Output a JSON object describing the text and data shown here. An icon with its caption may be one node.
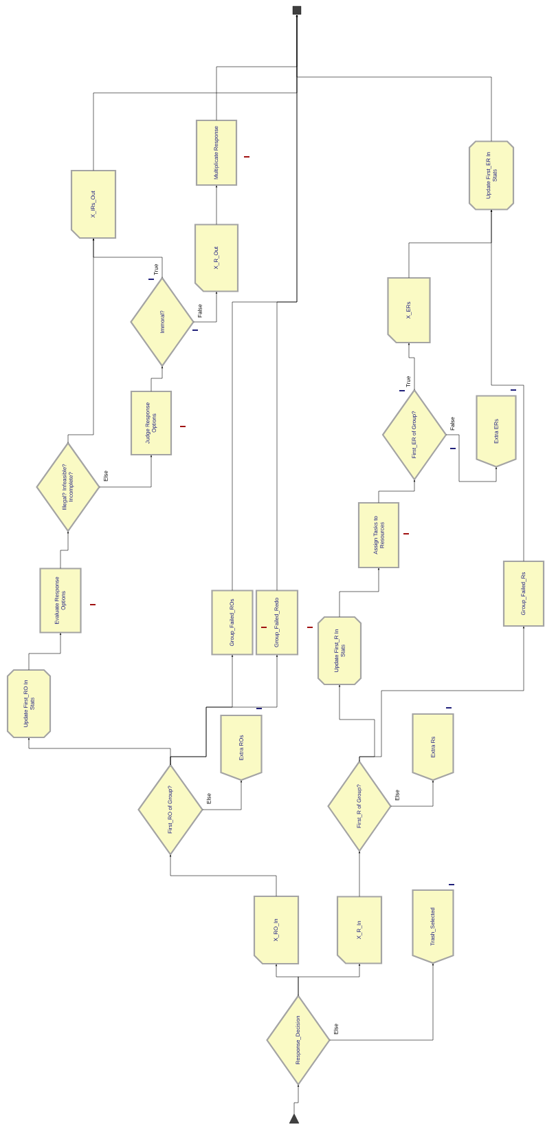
{
  "diagram": {
    "nodes": [
      {
        "text": [],
        "shape": "box"
      },
      {
        "text": [
          "Multiplicate Response"
        ]
      },
      {
        "text": [
          "X_IRs_Out"
        ]
      },
      {
        "text": [
          "X_R_Out"
        ]
      },
      {
        "text": [
          "Update First_ER In Stats"
        ]
      },
      {
        "text": [
          "X_ERs"
        ]
      },
      {
        "text": [
          "Immoral?"
        ]
      },
      {
        "text": [
          "Judge Response Options"
        ]
      },
      {
        "text": [
          "Illegal? Infeasible? Incomplete?"
        ]
      },
      {
        "text": [
          "First_ER of Group?"
        ]
      },
      {
        "text": [
          "Extra ERs"
        ]
      },
      {
        "text": [
          "Assign Tasks to Resources"
        ]
      },
      {
        "text": [
          "Evaluate Response Options"
        ]
      },
      {
        "text": [
          "Group_Failed_ROs"
        ]
      },
      {
        "text": [
          "Group_Failed_Redo"
        ]
      },
      {
        "text": [
          "Update First_R In Stats"
        ]
      },
      {
        "text": [
          "Group_Failed_Rs"
        ]
      },
      {
        "text": [
          "Update First_RO In Stats"
        ]
      },
      {
        "text": [
          "Extra ROs"
        ]
      },
      {
        "text": [
          "First_RO of Group?"
        ]
      },
      {
        "text": [
          "Extra Rs"
        ]
      },
      {
        "text": [
          "First_R of Group?"
        ]
      },
      {
        "text": [
          "X_RO_In"
        ]
      },
      {
        "text": [
          "X_R_In"
        ]
      },
      {
        "text": [
          "Trash_Selected"
        ]
      },
      {
        "text": [
          "Response_Decision"
        ]
      },
      {
        "text": [],
        "shape": "triangle"
      }
    ],
    "edges": [
      {
        "from": 26,
        "to": 25,
        "arrow": "to"
      },
      {
        "from": 25,
        "to": 22,
        "arrow": "to"
      },
      {
        "from": 25,
        "to": 23,
        "arrow": "to"
      },
      {
        "from": 25,
        "to": 24,
        "arrow": "to",
        "label": "Else"
      },
      {
        "from": 22,
        "to": 19,
        "arrow": "to"
      },
      {
        "from": 23,
        "to": 21,
        "arrow": "to"
      },
      {
        "from": 19,
        "to": 17,
        "arrow": "to"
      },
      {
        "from": 19,
        "to": 13,
        "arrow": "to"
      },
      {
        "from": 19,
        "to": 14,
        "arrow": "to"
      },
      {
        "from": 19,
        "to": 18,
        "arrow": "to",
        "label": "Else"
      },
      {
        "from": 17,
        "to": 12,
        "arrow": "to"
      },
      {
        "from": 12,
        "to": 8,
        "arrow": "to"
      },
      {
        "from": 8,
        "to": 2,
        "arrow": "to"
      },
      {
        "from": 8,
        "to": 7,
        "arrow": "to",
        "label": "Else"
      },
      {
        "from": 7,
        "to": 6,
        "arrow": "to"
      },
      {
        "from": 6,
        "to": 2,
        "arrow": "to",
        "label": "True"
      },
      {
        "from": 6,
        "to": 3,
        "arrow": "to",
        "label": "False"
      },
      {
        "from": 3,
        "to": 1,
        "arrow": "to"
      },
      {
        "from": 1,
        "to": 0,
        "arrow": "to"
      },
      {
        "from": 2,
        "to": 0,
        "arrow": "to"
      },
      {
        "from": 4,
        "to": 0,
        "arrow": "to"
      },
      {
        "from": 13,
        "to": 0,
        "arrow": "to"
      },
      {
        "from": 14,
        "to": 0,
        "arrow": "to"
      },
      {
        "from": 21,
        "to": 15,
        "arrow": "to"
      },
      {
        "from": 21,
        "to": 16,
        "arrow": "to"
      },
      {
        "from": 21,
        "to": 20,
        "arrow": "to",
        "label": "Else"
      },
      {
        "from": 15,
        "to": 11,
        "arrow": "to"
      },
      {
        "from": 11,
        "to": 9,
        "arrow": "to"
      },
      {
        "from": 9,
        "to": 5,
        "arrow": "to",
        "label": "True"
      },
      {
        "from": 9,
        "to": 10,
        "arrow": "to",
        "label": "False"
      },
      {
        "from": 5,
        "to": 4,
        "arrow": "to"
      },
      {
        "from": 16,
        "to": 4,
        "arrow": "to"
      }
    ]
  }
}
